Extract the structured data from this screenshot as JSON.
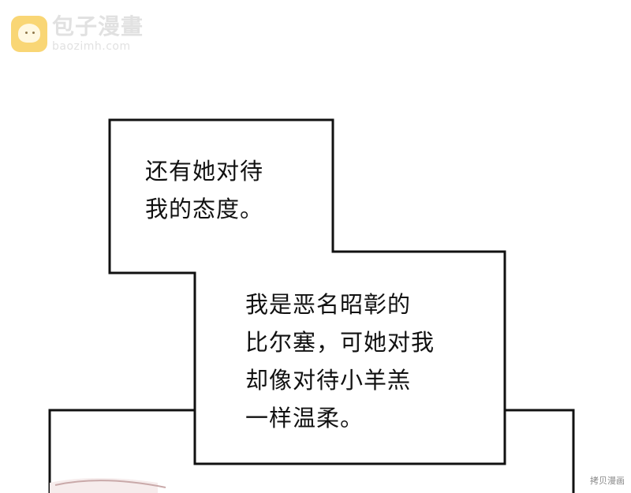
{
  "watermark": {
    "name": "包子漫畫",
    "domain": "baozimh.com"
  },
  "bubbles": [
    {
      "lines": [
        "还有她对待",
        "我的态度。"
      ]
    },
    {
      "lines": [
        "我是恶名昭彰的",
        "比尔塞，可她对我",
        "却像对待小羊羔",
        "一样温柔。"
      ]
    }
  ],
  "corner_stamp": "拷贝漫画",
  "colors": {
    "border": "#111111",
    "background": "#ffffff",
    "watermark_logo": "#f7c948"
  }
}
